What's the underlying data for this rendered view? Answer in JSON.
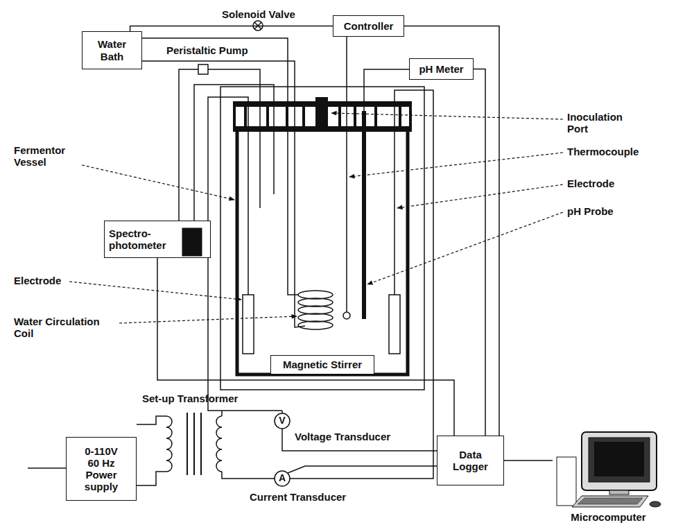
{
  "diagram": {
    "nodes": [
      {
        "text": [
          "Water Bath"
        ]
      },
      {
        "text": [
          "Controller"
        ]
      },
      {
        "text": [
          "pH Meter"
        ]
      },
      {
        "text": [
          "Spectro- photometer"
        ]
      },
      {
        "text": [
          "Magnetic Stirrer"
        ]
      },
      {
        "text": [
          "0-110V 60 Hz Power supply"
        ]
      },
      {
        "text": [
          "Data Logger"
        ]
      },
      {
        "text": [
          "Microcomputer"
        ]
      }
    ],
    "edges": [
      {
        "from": 0,
        "to": 1,
        "arrow": "none"
      },
      {
        "from": 1,
        "to": 6,
        "arrow": "none"
      },
      {
        "from": 2,
        "to": 6,
        "arrow": "none"
      },
      {
        "from": 3,
        "to": 6,
        "arrow": "none"
      },
      {
        "from": 6,
        "to": 7,
        "arrow": "none"
      }
    ],
    "labels": [
      "Solenoid Valve",
      "Peristaltic Pump",
      "Inoculation Port",
      "Fermentor Vessel",
      "Thermocouple",
      "Electrode",
      "Electrode",
      "pH Probe",
      "Water Circulation Coil",
      "Set-up Transformer",
      "V",
      "Voltage Transducer",
      "A",
      "Current Transducer"
    ]
  }
}
